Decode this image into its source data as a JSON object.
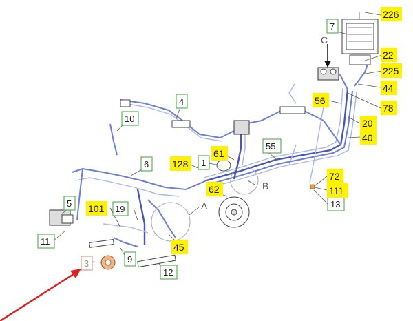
{
  "view_letters": {
    "a": "A",
    "b": "B",
    "c": "C"
  },
  "callouts": {
    "green": {
      "c1": "1",
      "c4": "4",
      "c5": "5",
      "c6": "6",
      "c7": "7",
      "c9": "9",
      "c10": "10",
      "c11": "11",
      "c12": "12",
      "c13": "13",
      "c19": "19",
      "c55": "55"
    },
    "yellow": {
      "c20": "20",
      "c22": "22",
      "c40": "40",
      "c44": "44",
      "c45": "45",
      "c56": "56",
      "c61": "61",
      "c62": "62",
      "c72": "72",
      "c78": "78",
      "c101": "101",
      "c111": "111",
      "c128": "128",
      "c225": "225",
      "c226": "226"
    },
    "highlighted": {
      "c3": "3"
    }
  },
  "colors": {
    "pipe": "#6c7fd6",
    "callout_green_border": "#3aa63a",
    "callout_yellow_fill": "#fff200",
    "pointer_arrow": "#e02020"
  }
}
